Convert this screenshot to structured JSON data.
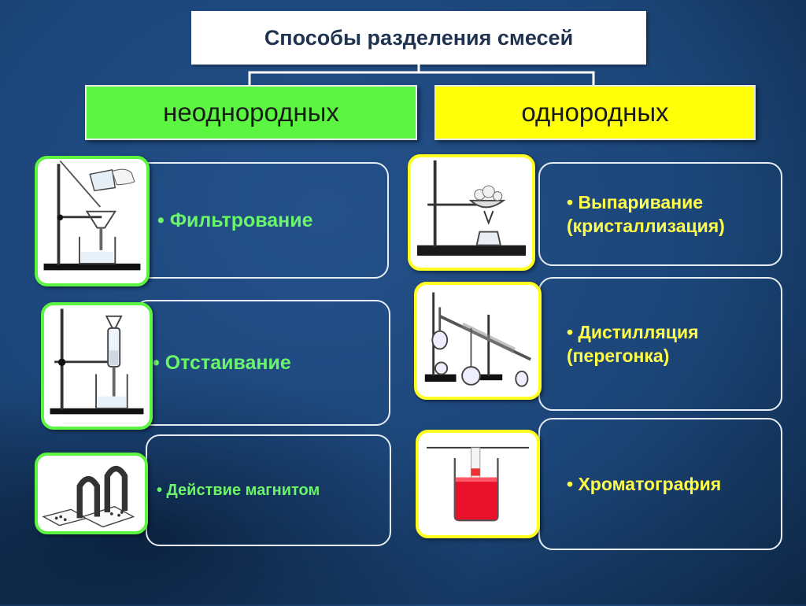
{
  "title": "Способы разделения смесей",
  "categories": {
    "heterogeneous": "неоднородных",
    "homogeneous": "однородных"
  },
  "methods_left": [
    {
      "label": "• Фильтрование",
      "icon": "filtration-apparatus-icon"
    },
    {
      "label": "• Отстаивание",
      "icon": "separatory-funnel-icon"
    },
    {
      "label": "• Действие магнитом",
      "icon": "magnet-icon"
    }
  ],
  "methods_right": [
    {
      "label": "• Выпаривание (кристаллизация)",
      "icon": "evaporation-dish-icon"
    },
    {
      "label": "• Дистилляция (перегонка)",
      "icon": "distillation-apparatus-icon"
    },
    {
      "label": "• Хроматография",
      "icon": "chromatography-beaker-icon"
    }
  ],
  "colors": {
    "heterogeneous": "#5cf542",
    "homogeneous": "#ffff0a",
    "background": "#1c4679",
    "left_text": "#6af56a",
    "right_text": "#ffff4a"
  }
}
